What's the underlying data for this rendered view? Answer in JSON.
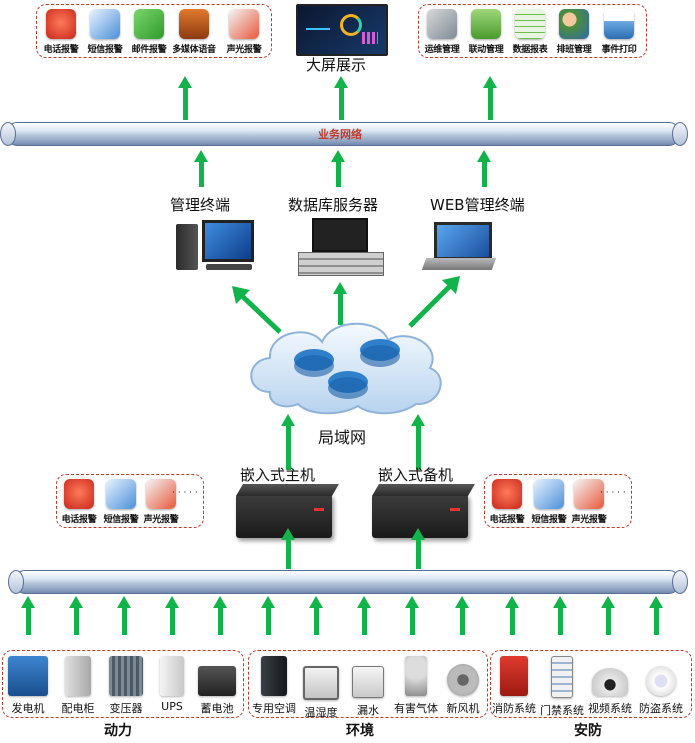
{
  "top_left_group": [
    "电话报警",
    "短信报警",
    "邮件报警",
    "多媒体语音",
    "声光报警"
  ],
  "top_center": {
    "label": "大屏展示"
  },
  "top_right_group": [
    "运维管理",
    "联动管理",
    "数据报表",
    "排班管理",
    "事件打印"
  ],
  "business_network": "业务网络",
  "terminals": [
    "管理终端",
    "数据库服务器",
    "WEB管理终端"
  ],
  "lan_label": "局域网",
  "hosts": {
    "primary": "嵌入式主机",
    "backup": "嵌入式备机"
  },
  "host_left_alarms": [
    "电话报警",
    "短信报警",
    "声光报警"
  ],
  "host_right_alarms": [
    "电话报警",
    "短信报警",
    "声光报警"
  ],
  "ellipsis": "· · · · ·",
  "groups": [
    {
      "title": "动力",
      "devices": [
        "发电机",
        "配电柜",
        "变压器",
        "UPS",
        "蓄电池"
      ]
    },
    {
      "title": "环境",
      "devices": [
        "专用空调",
        "温湿度",
        "漏水",
        "有害气体",
        "新风机"
      ]
    },
    {
      "title": "安防",
      "devices": [
        "消防系统",
        "门禁系统",
        "视频系统",
        "防盗系统"
      ]
    }
  ],
  "colors": {
    "arrow": "#12b34a",
    "dashed_border": "#c0392b",
    "bus_label": "#c0392b"
  }
}
